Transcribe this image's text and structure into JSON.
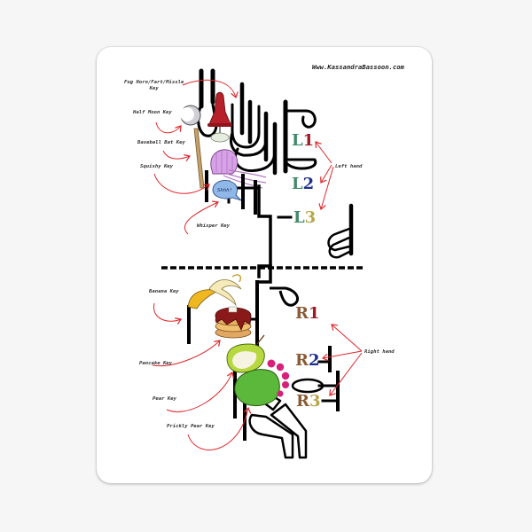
{
  "website": "Www.KassandraBassoon.com",
  "key_labels": {
    "fog_horn": "Fog Horn/Fart/Missle Key",
    "fog_horn_line1": "Fog Horn/Fart/Missle",
    "fog_horn_line2": "Key",
    "half_moon": "Half Moon Key",
    "baseball_bat": "Baseball Bat Key",
    "squishy": "Squishy Key",
    "whisper": "Whisper Key",
    "banana": "Banana Key",
    "pancake": "Pancake Key",
    "pear": "Pear Key",
    "prickly_pear": "Prickly Pear Key"
  },
  "whisper_bubble_text": "Shhh!",
  "hands": {
    "left": {
      "label": "Left hand",
      "fingers": [
        {
          "letter": "L",
          "number": "1",
          "letter_color": "#3f8a6a",
          "number_color": "#9b1b22"
        },
        {
          "letter": "L",
          "number": "2",
          "letter_color": "#3f8a6a",
          "number_color": "#1f2f8f"
        },
        {
          "letter": "L",
          "number": "3",
          "letter_color": "#3f8a6a",
          "number_color": "#b8a548"
        }
      ]
    },
    "right": {
      "label": "Right hand",
      "fingers": [
        {
          "letter": "R",
          "number": "1",
          "letter_color": "#8a5a34",
          "number_color": "#9b1b22"
        },
        {
          "letter": "R",
          "number": "2",
          "letter_color": "#8a5a34",
          "number_color": "#1f2f8f"
        },
        {
          "letter": "R",
          "number": "3",
          "letter_color": "#8a5a34",
          "number_color": "#b8a548"
        }
      ]
    }
  },
  "colors": {
    "background": "#f6f6f6",
    "sticker": "#ffffff",
    "outline": "#000000",
    "arrow": "#e0262b",
    "label_text": "#333333"
  }
}
